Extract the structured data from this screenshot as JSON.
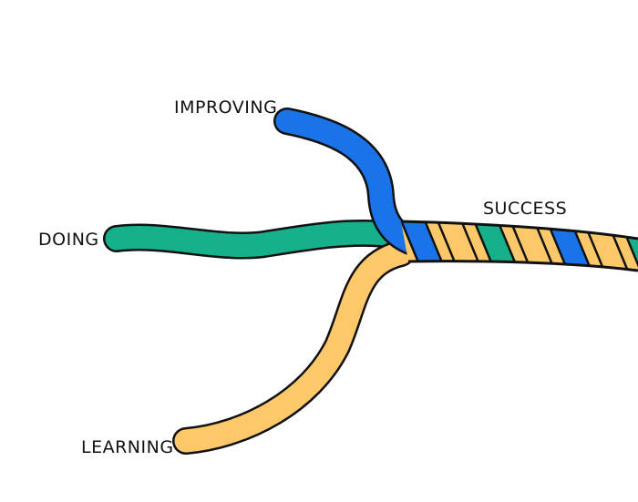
{
  "labels": {
    "improving": "IMPROVING",
    "doing": "DOING",
    "success": "SUCCESS",
    "learning": "LEARNING"
  },
  "colors": {
    "improving": "#1a73e8",
    "doing": "#16b08a",
    "learning": "#fdc86a",
    "outline": "#111111",
    "background": "#ffffff"
  }
}
